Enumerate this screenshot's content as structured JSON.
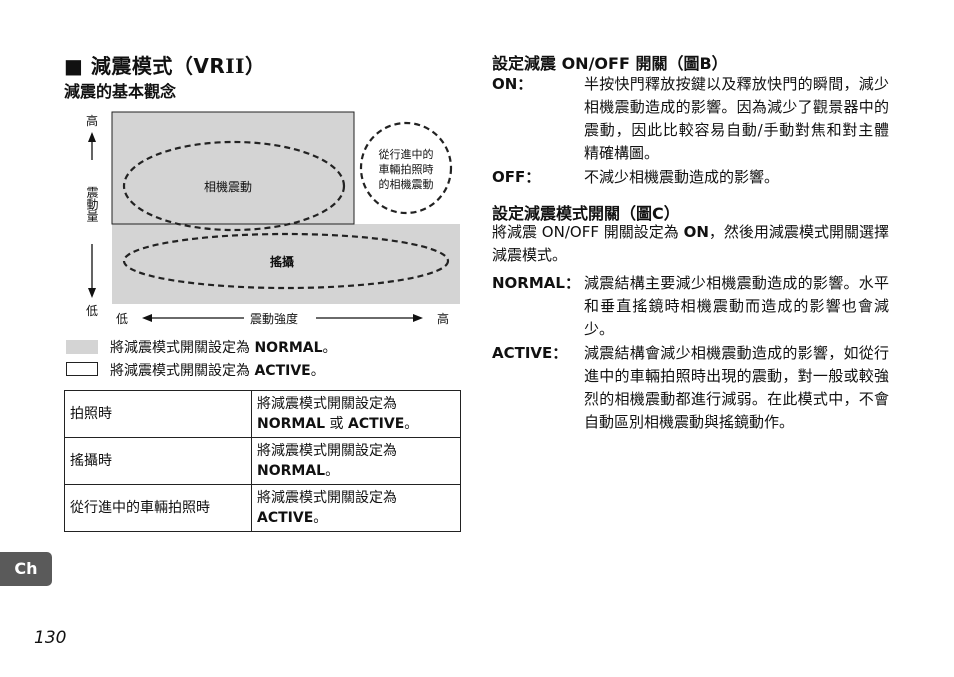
{
  "left": {
    "title_prefix": "■ 減震模式（",
    "title_vr": "VR",
    "title_ii": "II",
    "title_suffix": "）",
    "subtitle": "減震的基本觀念",
    "diagram": {
      "y_top": "高",
      "y_label": "震動量",
      "y_bottom": "低",
      "x_left": "低",
      "x_label": "震動強度",
      "x_right": "高",
      "ellipse_camera": "相機震動",
      "ellipse_car_1": "從行進中的",
      "ellipse_car_2": "車輛拍照時",
      "ellipse_car_3": "的相機震動",
      "ellipse_pan": "搖攝"
    },
    "legend": [
      {
        "text": "將減震模式開關設定為 ",
        "mode": "NORMAL",
        "end": "。"
      },
      {
        "text": "將減震模式開關設定為 ",
        "mode": "ACTIVE",
        "end": "。"
      }
    ],
    "table": [
      {
        "situation": "拍照時",
        "line1": "將減震模式開關設定為",
        "mode1": "NORMAL",
        "or": " 或 ",
        "mode2": "ACTIVE",
        "end": "。"
      },
      {
        "situation": "搖攝時",
        "line1": "將減震模式開關設定為",
        "mode1": "NORMAL",
        "end": "。"
      },
      {
        "situation": "從行進中的車輛拍照時",
        "line1": "將減震模式開關設定為",
        "mode1": "ACTIVE",
        "end": "。"
      }
    ]
  },
  "right": {
    "sec1_title": "設定減震 ON/OFF 開關（圖B）",
    "on_term": "ON：",
    "on_desc": "半按快門釋放按鍵以及釋放快門的瞬間，減少相機震動造成的影響。因為減少了觀景器中的震動，因此比較容易自動/手動對焦和對主體精確構圖。",
    "off_term": "OFF：",
    "off_desc": "不減少相機震動造成的影響。",
    "sec2_title": "設定減震模式開關（圖C）",
    "sec2_intro_a": "將減震 ON/OFF 開關設定為 ",
    "sec2_intro_on": "ON",
    "sec2_intro_b": "，然後用減震模式開關選擇減震模式。",
    "normal_term": "NORMAL：",
    "normal_desc": "減震結構主要減少相機震動造成的影響。水平和垂直搖鏡時相機震動而造成的影響也會減少。",
    "active_term": "ACTIVE：",
    "active_desc": "減震結構會減少相機震動造成的影響，如從行進中的車輛拍照時出現的震動，對一般或較強烈的相機震動都進行減弱。在此模式中，不會自動區別相機震動與搖鏡動作。"
  },
  "footer": {
    "lang_tab": "Ch",
    "page_number": "130"
  }
}
